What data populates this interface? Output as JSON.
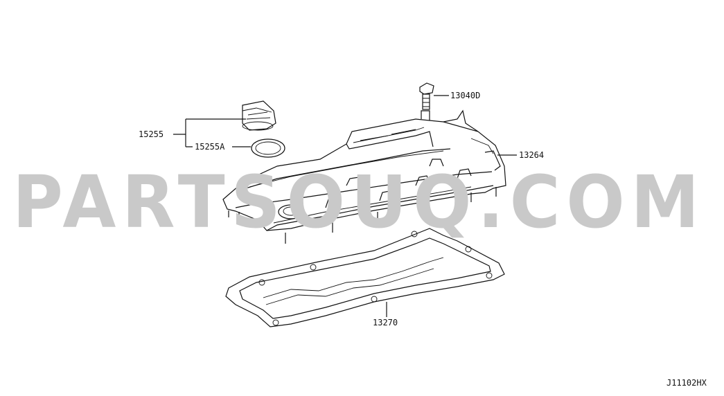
{
  "watermark": {
    "text": "PARTSOUQ.COM",
    "color": "#c9c9c9"
  },
  "parts": [
    {
      "number": "15255"
    },
    {
      "number": "15255A"
    },
    {
      "number": "13040D"
    },
    {
      "number": "13264"
    },
    {
      "number": "13270"
    }
  ],
  "diagram_code": "J11102HX"
}
